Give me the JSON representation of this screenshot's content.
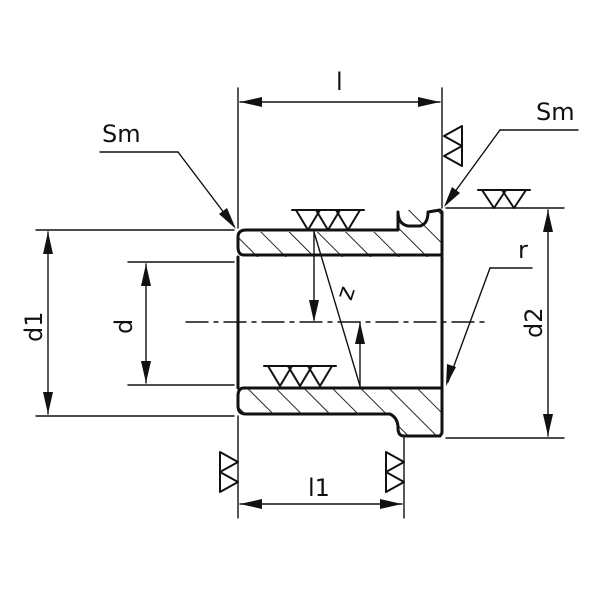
{
  "labels": {
    "l": "l",
    "l1": "l1",
    "d": "d",
    "d1": "d1",
    "d2": "d2",
    "z": "z",
    "r": "r",
    "sm_left": "Sm",
    "sm_right": "Sm"
  }
}
